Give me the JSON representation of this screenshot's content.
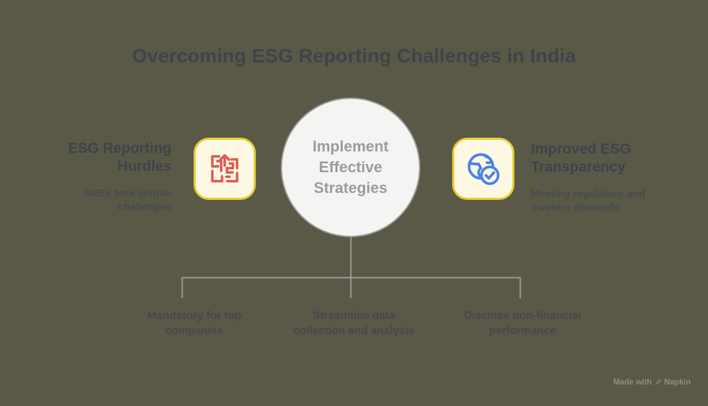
{
  "title": "Overcoming ESG Reporting Challenges in India",
  "center_node": {
    "label": "Implement\nEffective\nStrategies"
  },
  "left_node": {
    "heading": "ESG Reporting\nHurdles",
    "subtext": "SMEs face unique\nchallenges",
    "icon": "maze-arrow-icon"
  },
  "right_node": {
    "heading": "Improved ESG\nTransparency",
    "subtext": "Meeting regulatory and\ninvestor demands",
    "icon": "globe-check-icon"
  },
  "bottom_items": [
    {
      "label": "Mandatory for top\ncompanies"
    },
    {
      "label": "Streamline data\ncollection and analysis"
    },
    {
      "label": "Disclose non-financial\nperformance"
    }
  ],
  "watermark": {
    "prefix": "Made with",
    "brand": "Napkin",
    "icon": "pen-icon"
  },
  "colors": {
    "background": "#5a5847",
    "title_text": "#3e444b",
    "heading_text": "#3e444b",
    "subtext_text": "#484c4e",
    "bottom_label_text": "#45494d",
    "connector": "#9c9c9a",
    "circle_fill": "#f4f4f2",
    "circle_border": "#9c9c9a",
    "circle_text": "#9c9c9c",
    "icon_card_fill": "#fcf8e3",
    "icon_card_border": "#e5ce2e",
    "maze_icon_color": "#dd5b55",
    "globe_icon_color": "#4a82e8",
    "watermark_text": "#8f8e7e"
  }
}
